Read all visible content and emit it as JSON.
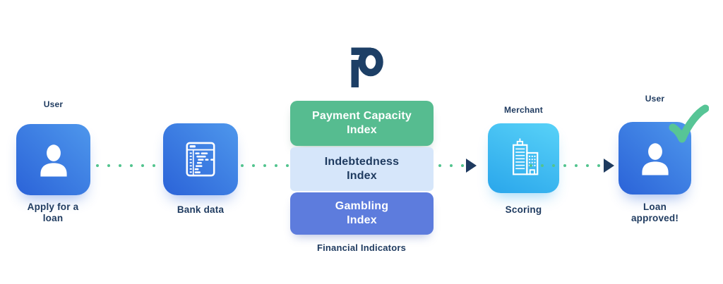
{
  "colors": {
    "text_navy": "#1e3a5f",
    "logo_navy": "#1d3f66",
    "node_blue_light": "#4e97ec",
    "node_blue_dark": "#2b63d8",
    "merchant_cyan_light": "#58d2f8",
    "merchant_cyan_dark": "#2aa6eb",
    "connector_dot_green": "#52c48e",
    "check_green": "#57c596",
    "indicator_green": "#56bc90",
    "indicator_light_blue": "#d6e6fa",
    "indicator_periwinkle": "#5d7cdd",
    "arrow_navy": "#1e3a5f"
  },
  "logo": {
    "icon": "p-logo-icon"
  },
  "nodes": [
    {
      "top_label": "User",
      "label": "Apply for a\nloan",
      "icon": "user-icon"
    },
    {
      "top_label": "",
      "label": "Bank data",
      "icon": "bank-data-window-icon"
    },
    {
      "top_label": "Merchant",
      "label": "Scoring",
      "icon": "merchant-buildings-icon"
    },
    {
      "top_label": "User",
      "label": "Loan\napproved!",
      "icon": "user-icon",
      "badge": "check-icon"
    }
  ],
  "indicators": {
    "boxes": [
      {
        "label": "Payment Capacity\nIndex"
      },
      {
        "label": "Indebtedness\nIndex"
      },
      {
        "label": "Gambling\nIndex"
      }
    ],
    "caption": "Financial Indicators"
  }
}
